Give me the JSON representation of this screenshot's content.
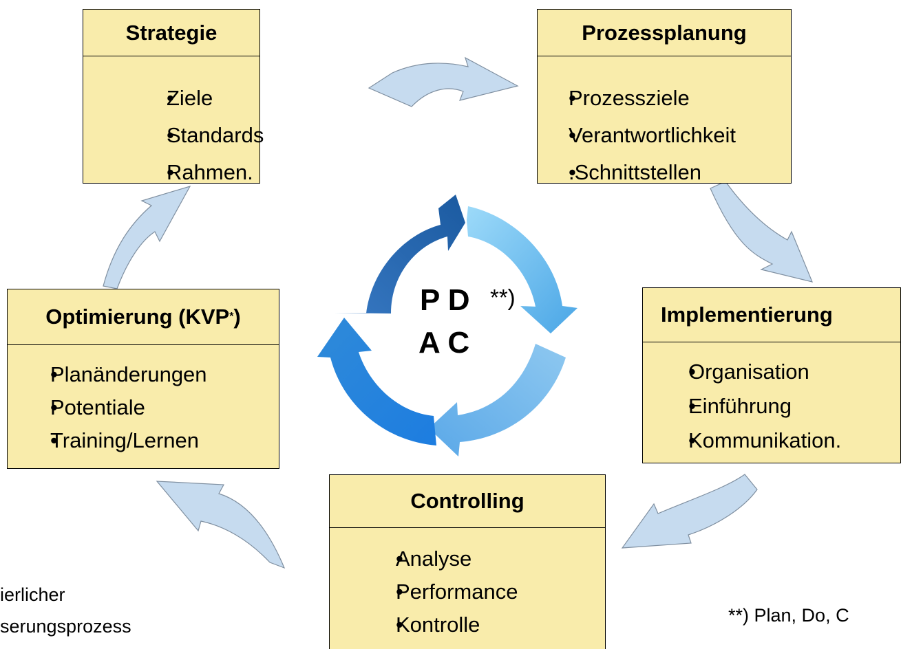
{
  "boxes": {
    "strategie": {
      "title": "Strategie",
      "items": [
        "Ziele",
        "Standards",
        "Rahmen."
      ]
    },
    "prozessplanung": {
      "title": "Prozessplanung",
      "items": [
        "Prozessziele",
        "Verantwortlichkeit",
        ".Schnittstellen"
      ]
    },
    "implementierung": {
      "title": "Implementierung",
      "items": [
        "Organisation",
        "Einführung",
        "Kommunikation."
      ]
    },
    "controlling": {
      "title": "Controlling",
      "items": [
        "Analyse",
        "Performance",
        "Kontrolle"
      ]
    },
    "optimierung": {
      "title_main": "Optimierung (KVP",
      "title_sup": "*",
      "title_end": ")",
      "items": [
        "Planänderungen",
        "Potentiale",
        "Training/Lernen"
      ]
    }
  },
  "cycle": {
    "line1": "P D",
    "line1_note": "**)",
    "line2": "A C"
  },
  "footnotes": {
    "kvp_line1": "ierlicher",
    "kvp_line2": "serungsprozess",
    "pdca": "**) Plan, Do, C"
  },
  "colors": {
    "box_fill": "#f9ecab",
    "arrow_fill": "#c6dbef",
    "cycle_dark": "#1e5fa8",
    "cycle_light": "#8fd0f8"
  }
}
